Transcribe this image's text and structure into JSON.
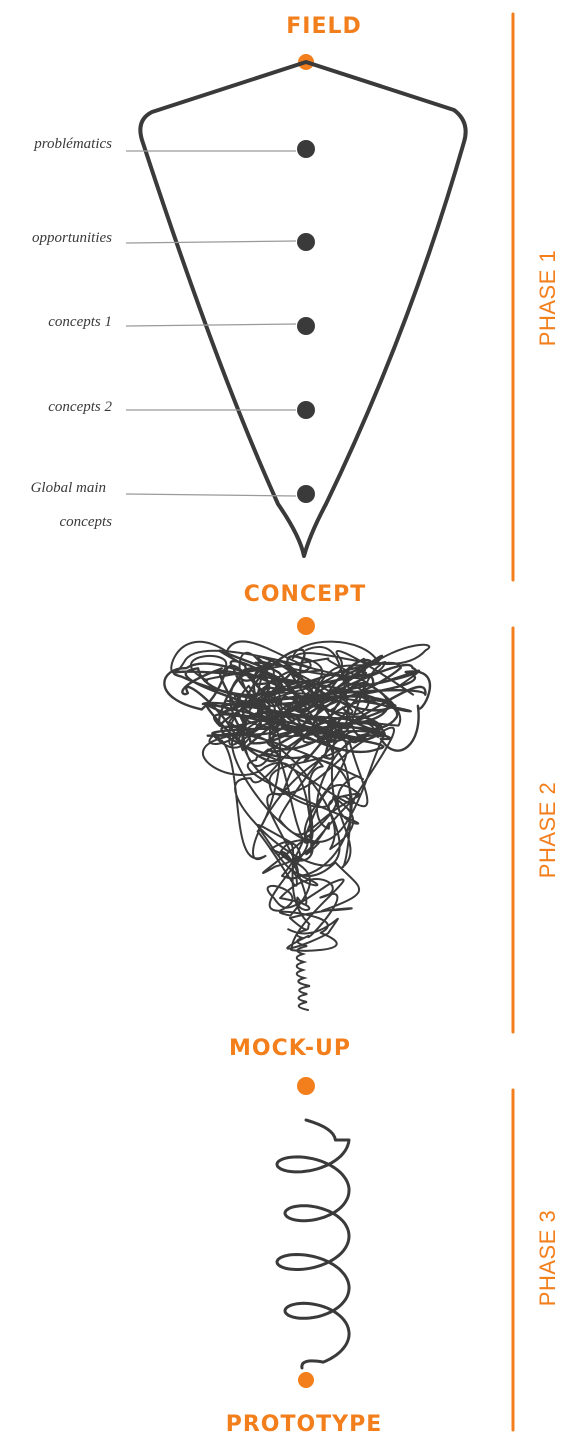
{
  "colors": {
    "accent": "#F37F1C",
    "ink": "#3A3A3A",
    "line": "#9A9A9A",
    "background": "#FFFFFF"
  },
  "stages": {
    "field": "FIELD",
    "concept": "CONCEPT",
    "mockup": "MOCK-UP",
    "prototype": "PROTOTYPE"
  },
  "phases": {
    "phase1": "PHASE 1",
    "phase2": "PHASE 2",
    "phase3": "PHASE 3"
  },
  "steps": {
    "problematics": "problématics",
    "opportunities": "opportunities",
    "concepts1": "concepts 1",
    "concepts2": "concepts 2",
    "global_line1": "Global main",
    "global_line2": "concepts"
  }
}
